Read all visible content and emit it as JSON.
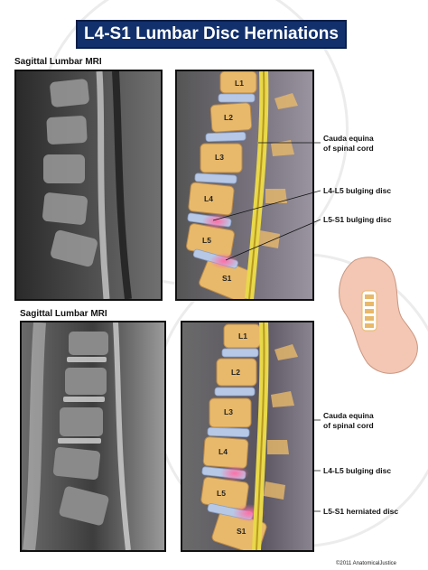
{
  "title": "L4-S1 Lumbar Disc Herniations",
  "panels": {
    "top_label": "Sagittal Lumbar MRI",
    "bottom_label": "Sagittal Lumbar MRI"
  },
  "vertebrae_top": [
    "L1",
    "L2",
    "L3",
    "L4",
    "L5",
    "S1"
  ],
  "vertebrae_bottom": [
    "L1",
    "L2",
    "L3",
    "L4",
    "L5",
    "S1"
  ],
  "callouts_top": {
    "cauda_line1": "Cauda equina",
    "cauda_line2": "of spinal cord",
    "l4l5": "L4-L5 bulging disc",
    "l5s1": "L5-S1 bulging disc"
  },
  "callouts_bottom": {
    "cauda_line1": "Cauda equina",
    "cauda_line2": "of spinal cord",
    "l4l5": "L4-L5 bulging disc",
    "l5s1": "L5-S1 herniated disc"
  },
  "copyright": "©2011 AnatomicalJustice",
  "colors": {
    "title_bg": "#12306b",
    "vertebra": "#e8b96a",
    "disc": "#b7c8e6",
    "herniation": "#f06fa0",
    "cord": "#e8d84a"
  }
}
